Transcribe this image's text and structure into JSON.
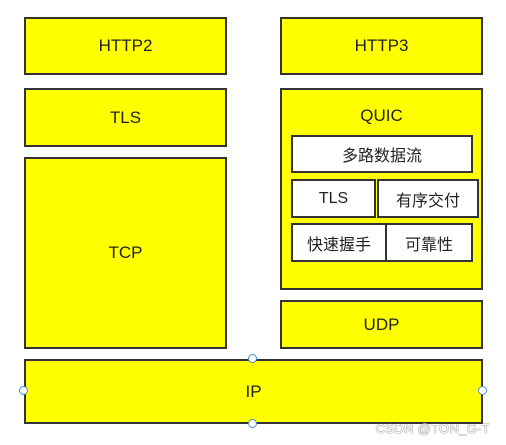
{
  "diagram": {
    "left_stack": {
      "application": "HTTP2",
      "security": "TLS",
      "transport": "TCP"
    },
    "right_stack": {
      "application": "HTTP3",
      "quic": {
        "title": "QUIC",
        "multiplexing": "多路数据流",
        "tls": "TLS",
        "ordered_delivery": "有序交付",
        "fast_handshake": "快速握手",
        "reliability": "可靠性"
      },
      "transport": "UDP"
    },
    "network": "IP"
  },
  "watermark": "CSDN @TON_G-T",
  "colors": {
    "box_fill": "#ffff00",
    "border": "#333333",
    "inner_fill": "#ffffff",
    "selection_handle": "#4a90d9"
  }
}
